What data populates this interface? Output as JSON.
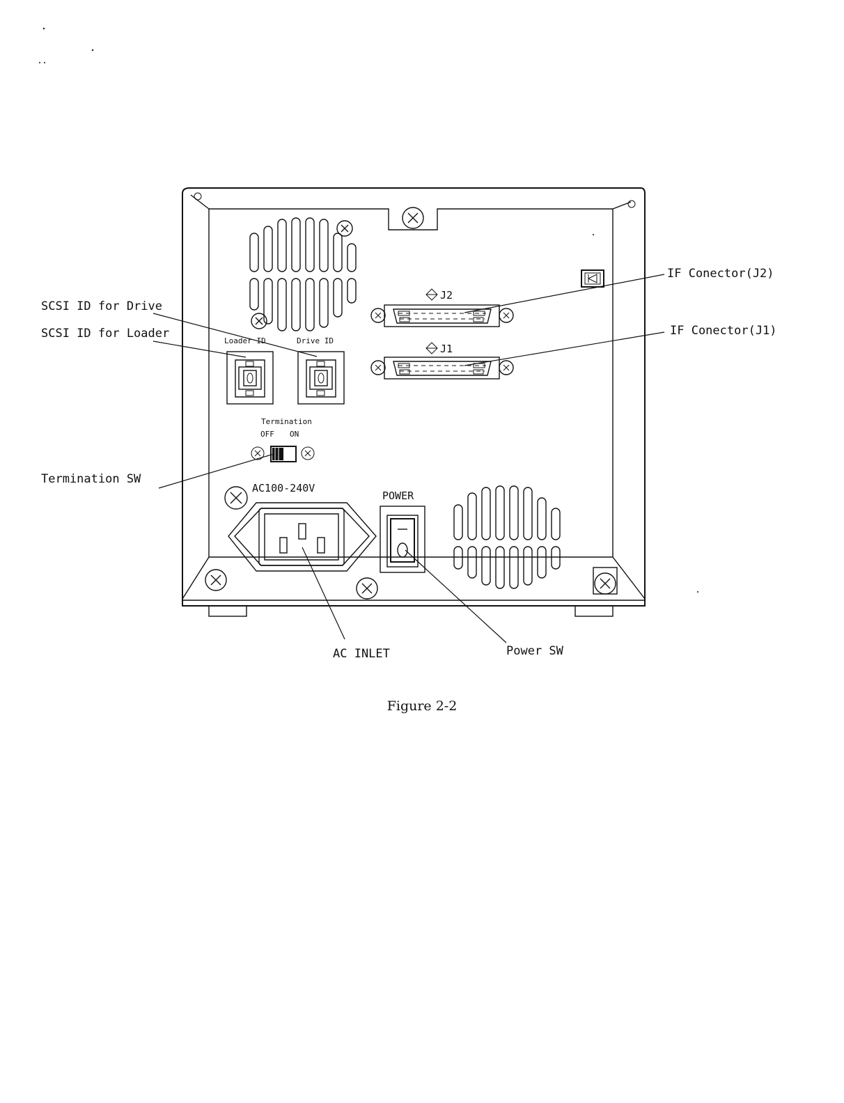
{
  "caption": "Figure 2-2",
  "callouts": {
    "scsi_drive": "SCSI ID for Drive",
    "scsi_loader": "SCSI ID for Loader",
    "termination_sw": "Termination SW",
    "if_j2": "IF Conector(J2)",
    "if_j1": "IF Conector(J1)",
    "ac_inlet": "AC INLET",
    "power_sw": "Power SW"
  },
  "panel": {
    "loader_id": "Loader ID",
    "drive_id": "Drive ID",
    "termination": "Termination",
    "off": "OFF",
    "on": "ON",
    "voltage": "AC100-240V",
    "power": "POWER",
    "j2": "J2",
    "j1": "J1"
  },
  "colors": {
    "ink": "#111111",
    "paper": "#ffffff"
  }
}
